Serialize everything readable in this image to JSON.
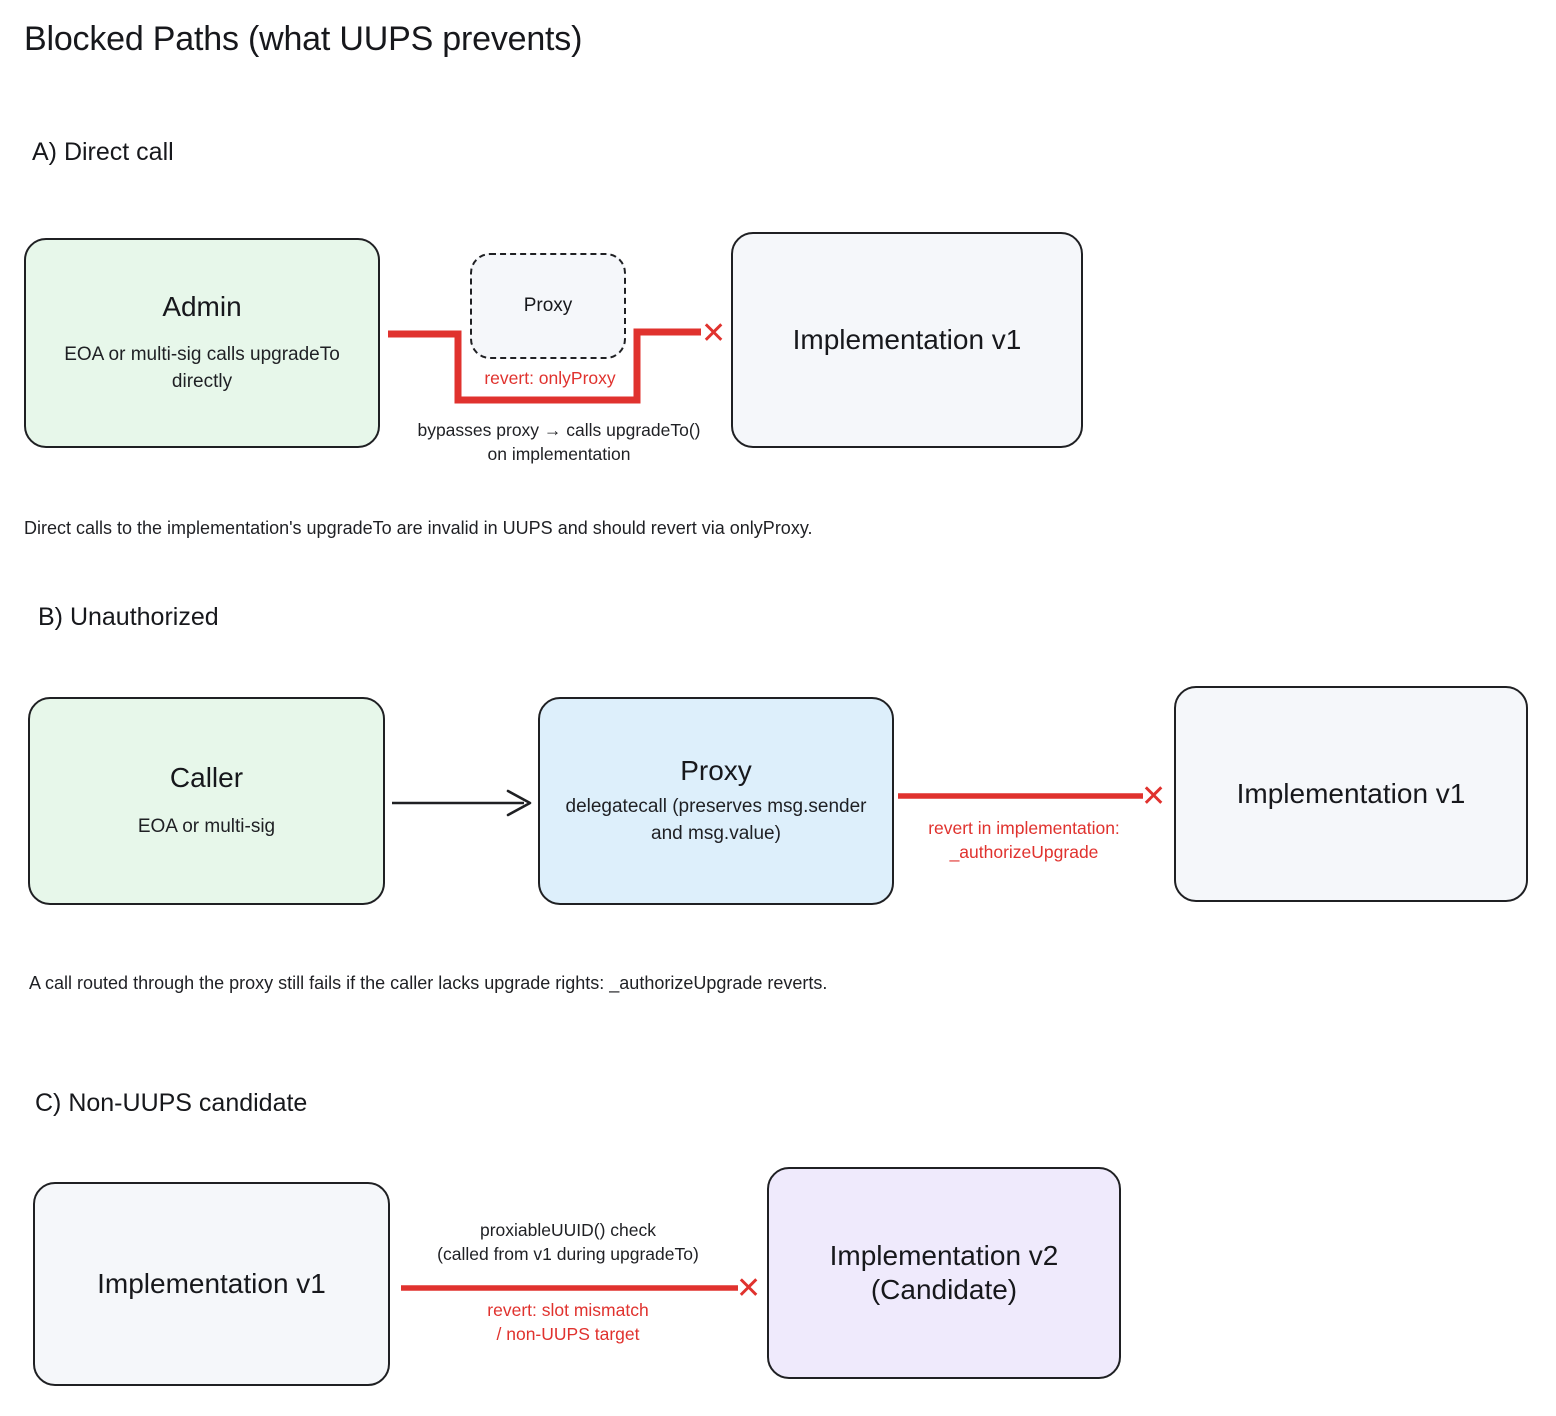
{
  "page": {
    "title": "Blocked Paths (what UUPS prevents)",
    "accent_red": "#e0322e",
    "node_fill_green": "#e7f7ea",
    "node_fill_grey": "#f5f7fa",
    "node_fill_blue": "#ddeffb",
    "node_fill_purple": "#efeafc",
    "node_stroke": "#1f2023"
  },
  "sections": {
    "a": {
      "heading": "A) Direct call",
      "caption": "Direct calls to the implementation's upgradeTo are invalid in UUPS and should revert via onlyProxy.",
      "nodes": {
        "admin": {
          "title": "Admin",
          "subtitle": "EOA or multi-sig calls\nupgradeTo directly"
        },
        "proxy": {
          "title": "Proxy"
        },
        "impl": {
          "title": "Implementation v1"
        }
      },
      "edges": {
        "revert_label": "revert: onlyProxy",
        "bypass_label": "bypasses proxy → calls upgradeTo()\non implementation",
        "blocked_marker": "✕"
      }
    },
    "b": {
      "heading": "B) Unauthorized",
      "caption": "A call routed through the proxy still fails if the caller lacks upgrade rights: _authorizeUpgrade reverts.",
      "nodes": {
        "caller": {
          "title": "Caller",
          "subtitle": "EOA or multi-sig"
        },
        "proxy": {
          "title": "Proxy",
          "subtitle": "delegatecall\n(preserves msg.sender\nand msg.value)"
        },
        "impl": {
          "title": "Implementation v1"
        }
      },
      "edges": {
        "revert_label": "revert in implementation:\n_authorizeUpgrade",
        "blocked_marker": "✕"
      }
    },
    "c": {
      "heading": "C) Non-UUPS candidate",
      "nodes": {
        "impl_v1": {
          "title": "Implementation v1"
        },
        "impl_v2": {
          "title": "Implementation v2\n(Candidate)"
        }
      },
      "edges": {
        "check_label": "proxiableUUID() check\n(called from v1 during upgradeTo)",
        "revert_label": "revert: slot mismatch\n/ non-UUPS target",
        "blocked_marker": "✕"
      }
    }
  }
}
